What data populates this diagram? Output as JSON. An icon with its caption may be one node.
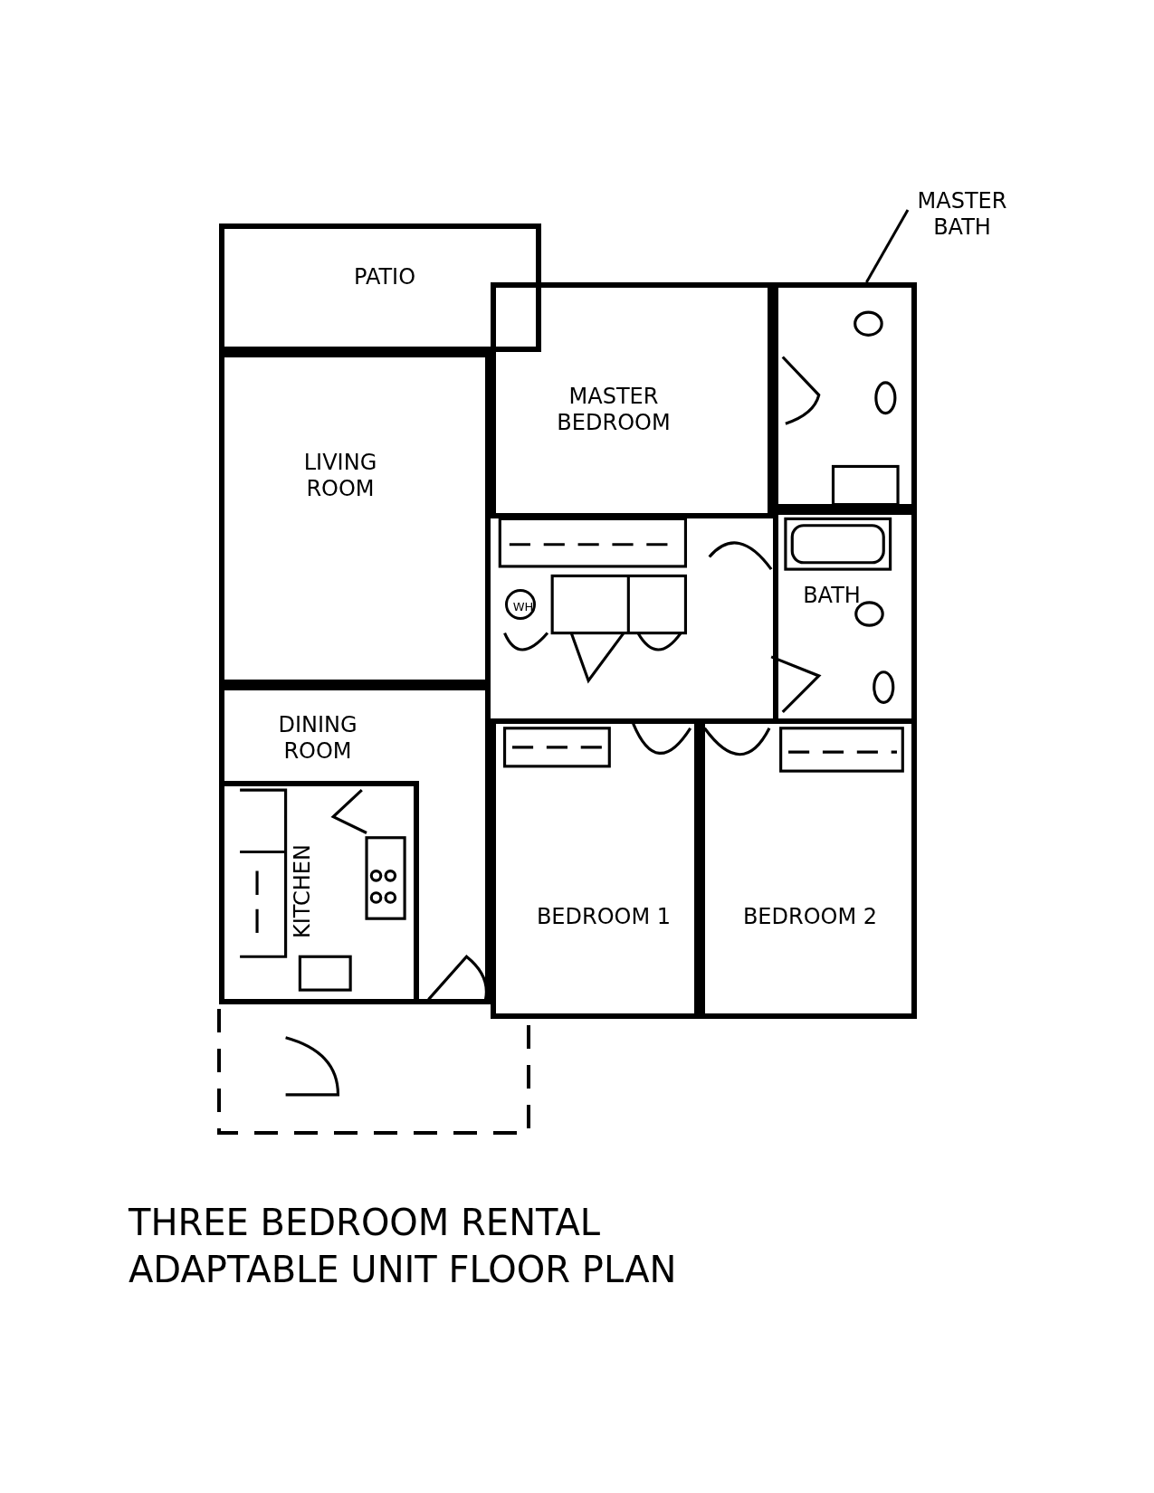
{
  "diagram": {
    "caption": "THREE BEDROOM RENTAL ADAPTABLE UNIT FLOOR PLAN",
    "nodes": [
      {
        "text": [
          "MASTER BATH"
        ]
      },
      {
        "text": [
          "PATIO"
        ]
      },
      {
        "text": [],
        "shape": "box"
      },
      {
        "text": [
          "MASTER BEDROOM"
        ]
      },
      {
        "text": [
          "LIVING ROOM"
        ]
      },
      {
        "text": [
          "WH"
        ]
      },
      {
        "text": [
          "BATH"
        ]
      },
      {
        "text": [
          "DINING ROOM"
        ]
      },
      {
        "text": [
          "KITCHEN"
        ],
        "in": 7
      },
      {
        "text": [
          "BEDROOM 1"
        ]
      },
      {
        "text": [
          "BEDROOM 2"
        ]
      }
    ],
    "edges": [
      {
        "from": 0,
        "to": 2,
        "arrow": "none"
      }
    ]
  }
}
